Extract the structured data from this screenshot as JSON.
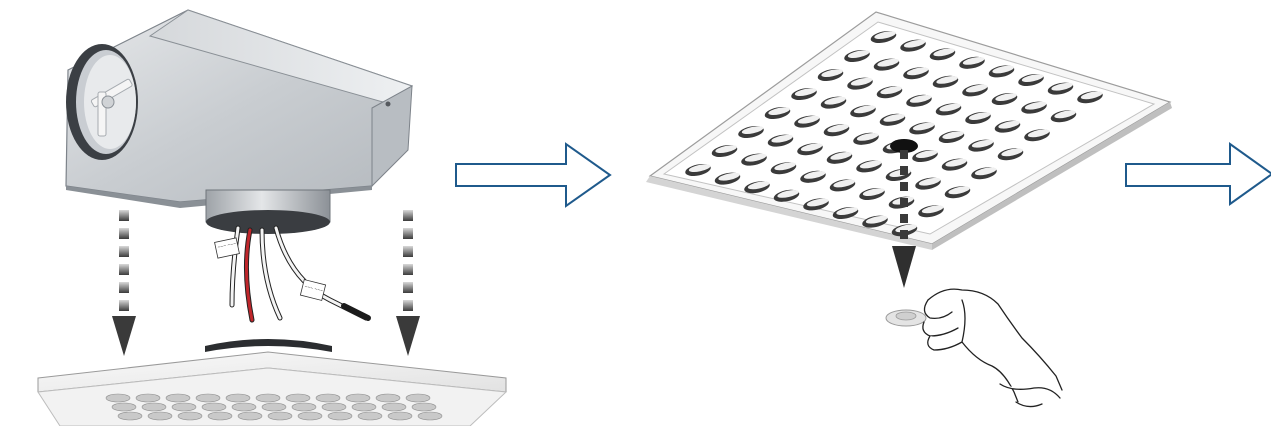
{
  "figure": {
    "steps": [
      {
        "id": "mount-plenum-onto-diffuser"
      },
      {
        "id": "remove-center-fastener"
      }
    ],
    "tags": [
      {
        "text": "~~~\n~~~"
      },
      {
        "text": "~~~\n~~~"
      }
    ],
    "colors": {
      "flow_arrow_stroke": "#1f5a8c",
      "metal": "#c4c8cc",
      "diffuser_face": "#f4f4f4",
      "drop_arrow": "#3a3a3a",
      "red_wire": "#c0262b"
    }
  }
}
